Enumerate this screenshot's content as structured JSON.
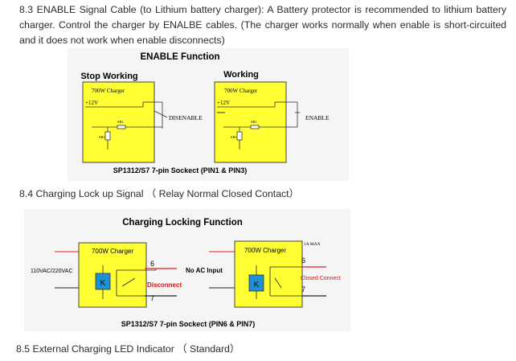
{
  "section_83": {
    "text": "8.3 ENABLE Signal Cable (to Lithium battery charger): A Battery protector is recommended to lithium battery charger. Control the charger by ENALBE cables. (The charger works normally when enable is short-circuited and it does not work when enable disconnects)"
  },
  "figure1": {
    "title": "ENABLE Function",
    "left_label": "Stop Working",
    "right_label": "Working",
    "charger_label": "700W Charger",
    "voltage_label": "+12V",
    "resistor_r1": "SR1",
    "resistor_r2": "SR1",
    "disenable_label": "DISENABLE",
    "enable_label": "ENABLE",
    "caption": "SP1312/S7 7-pin Sockect (PIN1 & PIN3)"
  },
  "section_84": {
    "text": "8.4 Charging Lock up Signal （ Relay Normal Closed Contact）"
  },
  "figure2": {
    "title": "Charging Locking Function",
    "charger_label": "700W Charger",
    "input_voltage": "110VAC/220VAC",
    "no_ac_input": "No AC Input",
    "pin_6": "6",
    "pin_7": "7",
    "relay_label": "K",
    "disconnect_label": "Disconnect",
    "closed_connect_label": "Closed Connect",
    "current_label": "1A MAX",
    "caption": "SP1312/S7 7-pin Sockect (PIN6 & PIN7)",
    "colors": {
      "yellow_box": "#ffff33",
      "relay": "#1e90d6",
      "red_wire": "#e02020",
      "warning_red": "#e01010"
    }
  },
  "section_85": {
    "text": "8.5 External Charging LED Indicator （ Standard）"
  }
}
